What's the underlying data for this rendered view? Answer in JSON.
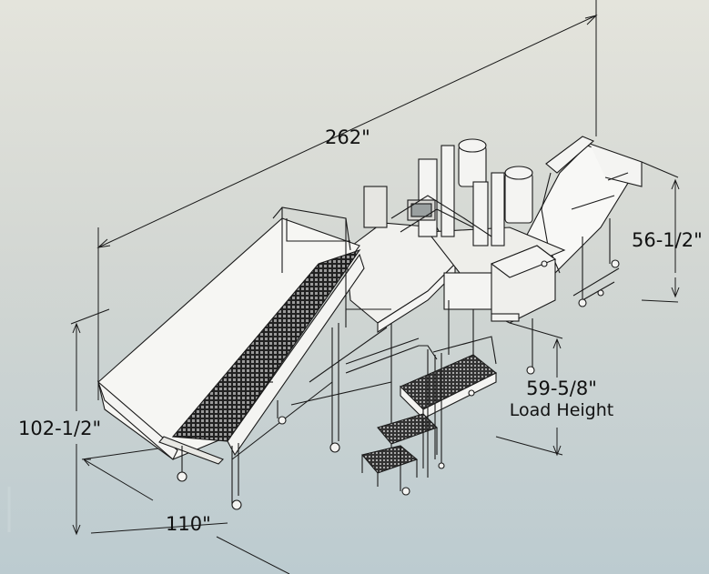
{
  "dimensions": {
    "overall_length": "262\"",
    "conveyor_height": "56-1/2\"",
    "load_height": "59-5/8\"",
    "load_height_label": "Load Height",
    "overall_height": "102-1/2\"",
    "overall_width": "110\""
  },
  "colors": {
    "background_top": "#e4e4dc",
    "background_bottom": "#bccbd0",
    "line": "#1a1a1a",
    "machine_fill": "#f4f4f2"
  }
}
